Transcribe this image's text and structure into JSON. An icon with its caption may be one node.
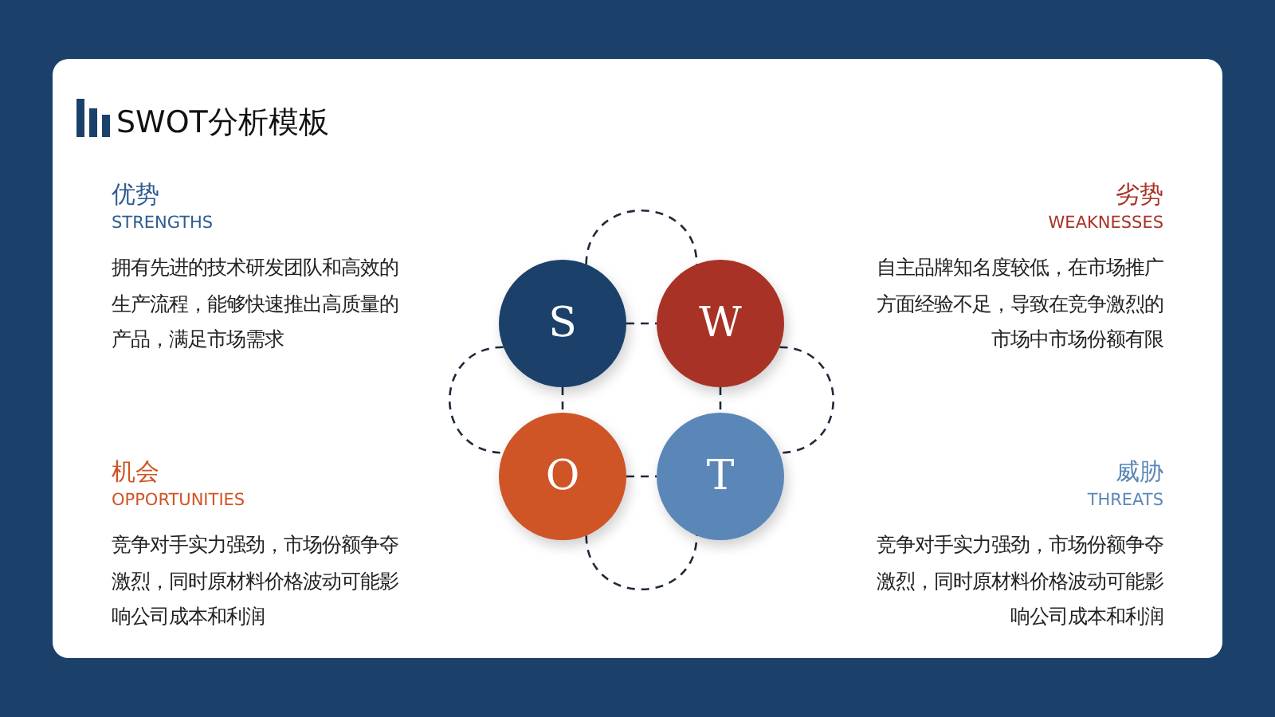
{
  "diagram": {
    "title": "SWOT分析模板",
    "nodes": [
      {
        "text": [
          "S"
        ]
      },
      {
        "text": [
          "W"
        ]
      },
      {
        "text": [
          "O"
        ]
      },
      {
        "text": [
          "T"
        ]
      }
    ],
    "edges": [
      {
        "from": 0,
        "to": 1,
        "arrow": "none",
        "style": "dashed"
      },
      {
        "from": 0,
        "to": 1,
        "arrow": "none",
        "style": "dashed"
      },
      {
        "from": 0,
        "to": 2,
        "arrow": "none",
        "style": "dashed"
      },
      {
        "from": 0,
        "to": 2,
        "arrow": "none",
        "style": "dashed"
      },
      {
        "from": 1,
        "to": 3,
        "arrow": "none",
        "style": "dashed"
      },
      {
        "from": 1,
        "to": 3,
        "arrow": "none",
        "style": "dashed"
      },
      {
        "from": 2,
        "to": 3,
        "arrow": "none",
        "style": "dashed"
      },
      {
        "from": 2,
        "to": 3,
        "arrow": "none",
        "style": "dashed"
      }
    ],
    "labels": [
      "优势",
      "STRENGTHS",
      "拥有先进的技术研发团队和高效的生产流程，能够快速推出高质量的产品，满足市场需求",
      "劣势",
      "WEAKNESSES",
      "自主品牌知名度较低，在市场推广方面经验不足，导致在竞争激烈的市场中市场份额有限",
      "机会",
      "OPPORTUNITIES",
      "竞争对手实力强劲，市场份额争夺激烈，同时原材料价格波动可能影响公司成本和利润",
      "威胁",
      "THREATS",
      "竞争对手实力强劲，市场份额争夺激烈，同时原材料价格波动可能影响公司成本和利润"
    ]
  }
}
